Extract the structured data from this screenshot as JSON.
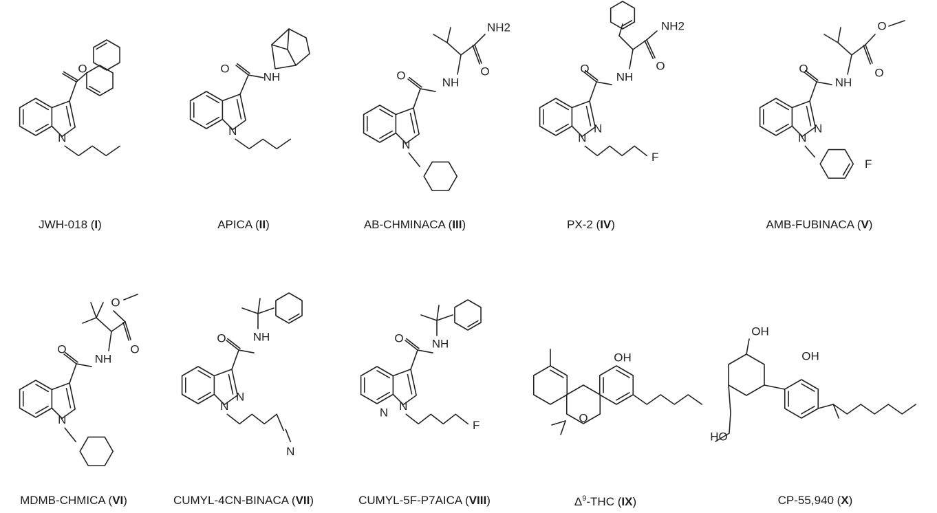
{
  "compounds": [
    {
      "name": "JWH-018",
      "numeral": "I",
      "atoms": [
        "O",
        "N"
      ]
    },
    {
      "name": "APICA",
      "numeral": "II",
      "atoms": [
        "O",
        "NH",
        "N"
      ]
    },
    {
      "name": "AB-CHMINACA",
      "numeral": "III",
      "atoms": [
        "NH2",
        "O",
        "O",
        "NH",
        "N"
      ]
    },
    {
      "name": "PX-2",
      "numeral": "IV",
      "atoms": [
        "NH2",
        "O",
        "O",
        "NH",
        "N",
        "N",
        "F"
      ]
    },
    {
      "name": "AMB-FUBINACA",
      "numeral": "V",
      "atoms": [
        "O",
        "O",
        "O",
        "NH",
        "N",
        "N",
        "F"
      ]
    },
    {
      "name": "MDMB-CHMICA",
      "numeral": "VI",
      "atoms": [
        "O",
        "O",
        "O",
        "NH",
        "N"
      ]
    },
    {
      "name": "CUMYL-4CN-BINACA",
      "numeral": "VII",
      "atoms": [
        "O",
        "NH",
        "N",
        "N",
        "N"
      ]
    },
    {
      "name": "CUMYL-5F-P7AICA",
      "numeral": "VIII",
      "atoms": [
        "O",
        "NH",
        "N",
        "N",
        "F"
      ]
    },
    {
      "name": "-THC",
      "prefix": "Δ",
      "superscript": "9",
      "numeral": "IX",
      "atoms": [
        "OH",
        "O"
      ]
    },
    {
      "name": "CP-55,940",
      "numeral": "X",
      "atoms": [
        "OH",
        "OH",
        "HO"
      ]
    }
  ]
}
